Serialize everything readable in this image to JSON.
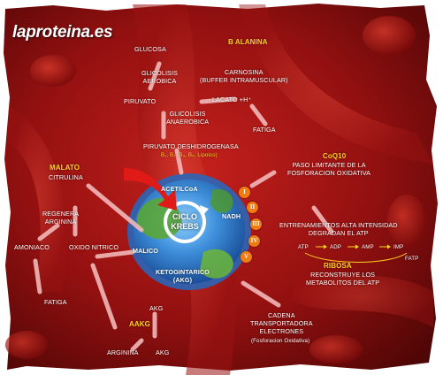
{
  "brand": {
    "logo_text": "laproteina.es"
  },
  "colors": {
    "background_red": "#8e0c0c",
    "highlight_yellow": "#ffd21f",
    "cell_blue": "#2f7fd1",
    "cell_green": "#5aa82e",
    "step_orange": "#f07c12"
  },
  "labels": {
    "glucosa": "GLUCOSA",
    "b_alanina": "B ALANINA",
    "glicolisis_aerobica": "GLICOLISIS\nAEROBICA",
    "carnosina": "CARNOSINA\n(BUFFER INTRAMUSCULAR)",
    "piruvato": "PIRUVATO",
    "lacato": "LACATO +H⁺",
    "glicolisis_anaerobica": "GLICOLISIS\nANAEROBICA",
    "fatiga_top": "FATIGA",
    "piruvato_deshidrogenasa": "PIRUVATO DESHIDROGENASA",
    "cofactors": "B₁, B₂, B₃, B₅, Lipoico)",
    "coq10": "CoQ10",
    "paso_limitante": "PASO LIMITANTE DE LA\nFOSFORACION OXIDATIVA",
    "malato": "MALATO",
    "citrulina": "CITRULINA",
    "acetil_coa": "ACETILCoA",
    "nadh": "NADH",
    "regenera_arginina": "REGENERA\nARGININA",
    "ciclo_krebs": "CICLO\nKREBS",
    "entrenamientos": "ENTRENAMIENTOS ALTA INTENSIDAD\nDEGRADAN EL ATP",
    "amoniaco": "AMONIACO",
    "oxido_nitrico": "OXIDO NITRICO",
    "malico": "MALICO",
    "ribosa": "RIBOSA",
    "reconstruye": "RECONSTRUYE LOS\nMETABOLITOS DEL ATP",
    "ketoglutarico": "KETOGINTARICO\n(AKG)",
    "fatiga_left": "FATIGA",
    "akg_mid": "AKG",
    "aakg": "AAKG",
    "cadena": "CADENA\nTRANSPORTADORA\nELECTRONES",
    "fosforacion": "(Fosforacion Oxidativa)",
    "arginina": "ARGININA",
    "akg_bottom": "AKG",
    "atp": "ATP",
    "adp": "ADP",
    "amp": "AMP",
    "imp": "IMP",
    "fatp": "FATP"
  },
  "complexes": [
    "I",
    "II",
    "III",
    "IV",
    "V"
  ],
  "icons": {
    "cycle": "circular-arrow-icon"
  }
}
